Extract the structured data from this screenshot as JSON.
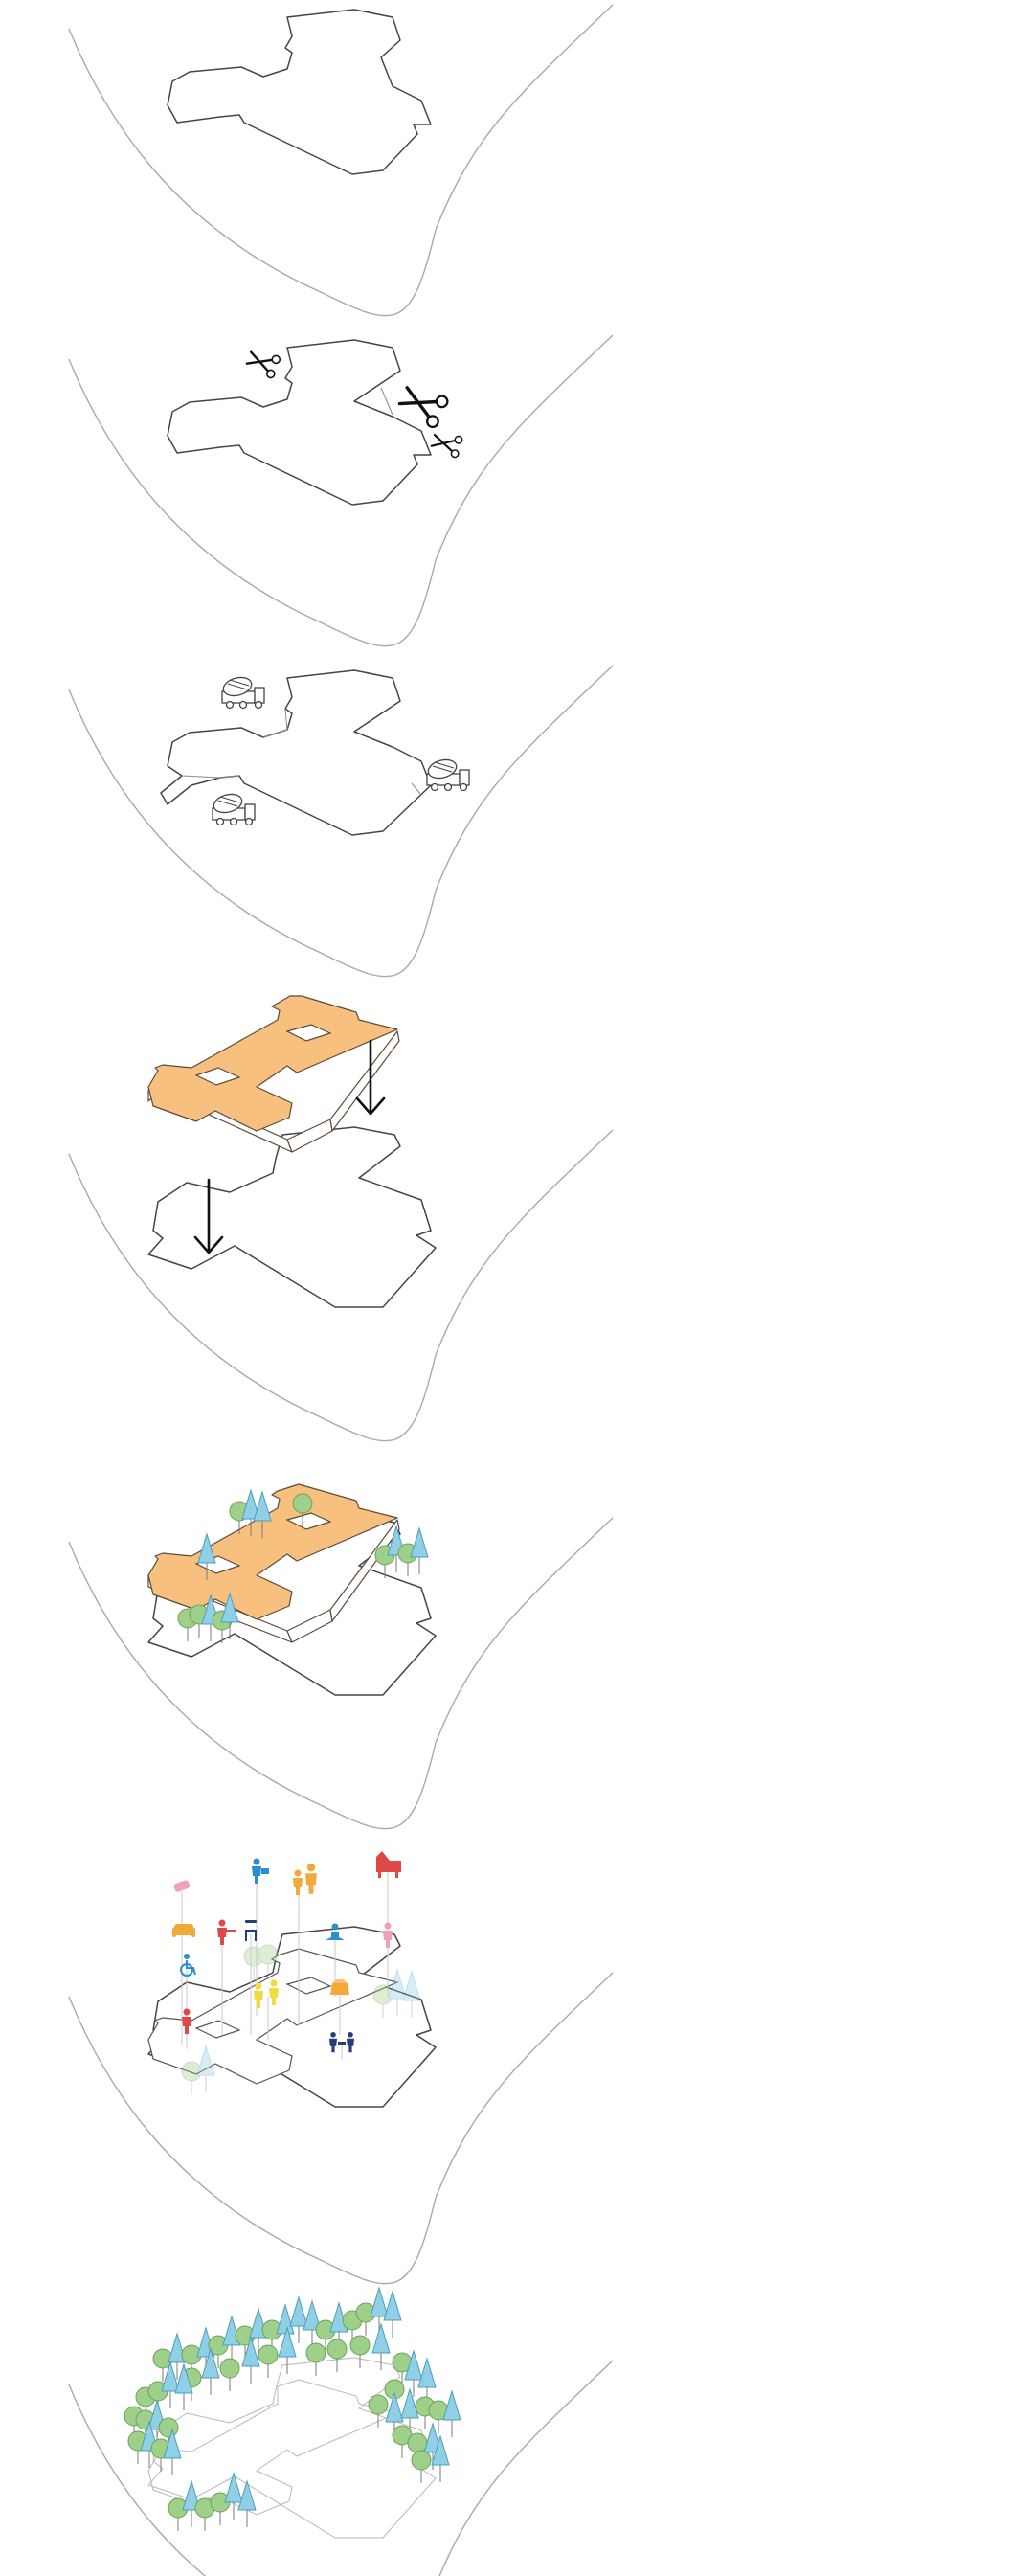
{
  "diagram": {
    "type": "step-by-step building axonometric sequence",
    "colors": {
      "background": "#ffffff",
      "site_curve": "#a9a9a9",
      "outline": "#454545",
      "slab": "#f8c07f",
      "tree_round": "#9fd08a",
      "tree_cone": "#8fd0e6"
    },
    "panels": [
      {
        "step": 1,
        "content": "site-and-existing-footprint"
      },
      {
        "step": 2,
        "content": "footprint-cut",
        "icons": [
          "scissors-icon",
          "scissors-icon",
          "scissors-icon"
        ]
      },
      {
        "step": 3,
        "content": "concrete-pour",
        "icons": [
          "cement-mixer-icon",
          "cement-mixer-icon",
          "cement-mixer-icon"
        ]
      },
      {
        "step": 4,
        "content": "slab-placement",
        "icons": [
          "down-arrow-icon",
          "down-arrow-icon"
        ]
      },
      {
        "step": 5,
        "content": "trees-planted",
        "icons": [
          "tree-icon"
        ]
      },
      {
        "step": 6,
        "content": "program-activities",
        "icons": [
          "pink-object-icon",
          "person-reading-icon",
          "family-icon",
          "armchair-icon",
          "sofa-icon",
          "person-at-table-icon",
          "chair-icon",
          "person-meditating-icon",
          "person-standing-icon",
          "wheelchair-icon",
          "children-playing-icon",
          "box-icon",
          "person-red-icon",
          "people-at-table-icon"
        ]
      },
      {
        "step": 7,
        "content": "final-green-campus",
        "icons": [
          "tree-icon"
        ]
      }
    ]
  }
}
